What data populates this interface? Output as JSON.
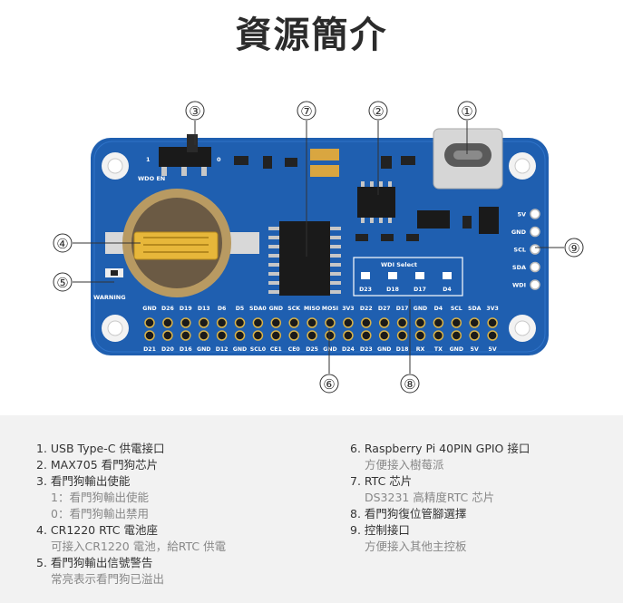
{
  "title": "資源簡介",
  "board": {
    "wdo_en": "WDO EN",
    "wdo_left": "1",
    "wdo_right": "0",
    "warning": "WARNING",
    "wdi_select": "WDI Select",
    "wdi_pins": [
      "D23",
      "D18",
      "D17",
      "D4"
    ],
    "side_pins": [
      "5V",
      "GND",
      "SCL",
      "SDA",
      "WDI"
    ],
    "top_header": [
      "GND",
      "D26",
      "D19",
      "D13",
      "D6",
      "D5",
      "SDA0",
      "GND",
      "SCK",
      "MISO",
      "MOSI",
      "3V3",
      "D22",
      "D27",
      "D17",
      "GND",
      "D4",
      "SCL",
      "SDA",
      "3V3"
    ],
    "bottom_header": [
      "D21",
      "D20",
      "D16",
      "GND",
      "D12",
      "GND",
      "SCL0",
      "CE1",
      "CE0",
      "D25",
      "GND",
      "D24",
      "D23",
      "GND",
      "D18",
      "RX",
      "TX",
      "GND",
      "5V",
      "5V"
    ]
  },
  "callouts": [
    "①",
    "②",
    "③",
    "④",
    "⑤",
    "⑥",
    "⑦",
    "⑧",
    "⑨"
  ],
  "legend": {
    "left": [
      {
        "main": "1. USB Type-C 供電接口",
        "subs": []
      },
      {
        "main": "2. MAX705 看門狗芯片",
        "subs": []
      },
      {
        "main": "3. 看門狗輸出使能",
        "subs": [
          "1：看門狗輸出使能",
          "0：看門狗輸出禁用"
        ]
      },
      {
        "main": "4. CR1220 RTC 電池座",
        "subs": [
          "可接入CR1220 電池，給RTC 供電"
        ]
      },
      {
        "main": "5. 看門狗輸出信號警告",
        "subs": [
          "常亮表示看門狗已溢出"
        ]
      }
    ],
    "right": [
      {
        "main": "6. Raspberry Pi 40PIN GPIO 接口",
        "subs": [
          "方便接入樹莓派"
        ]
      },
      {
        "main": "7. RTC 芯片",
        "subs": [
          "DS3231 高精度RTC 芯片"
        ]
      },
      {
        "main": "8. 看門狗復位管腳選擇",
        "subs": []
      },
      {
        "main": "9. 控制接口",
        "subs": [
          "方便接入其他主控板"
        ]
      }
    ]
  }
}
